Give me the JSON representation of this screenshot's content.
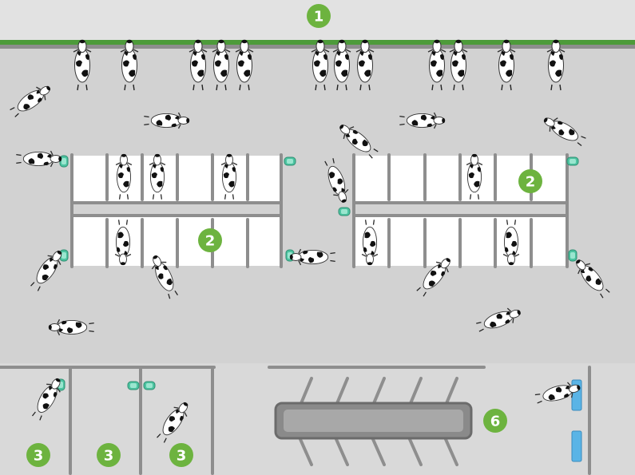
{
  "legend_markers": {
    "feed_fence": "1",
    "cubicle_area_left": "2",
    "cubicle_area_right": "2",
    "pen_a": "3",
    "pen_b": "3",
    "pen_c": "3",
    "feed_trough": "6"
  },
  "colors": {
    "alley": "#d2d2d2",
    "pen_floor": "#d9d9d9",
    "wall": "#e2e2e2",
    "feed_rail": "#4d9b3a",
    "stall_bed": "#ffffff",
    "partition": "#8e8e8e",
    "badge": "#6db33f",
    "brush": "#4cc3a0",
    "water": "#5ab4e6",
    "cow_body": "#ffffff",
    "cow_spots": "#111111"
  },
  "icons": {
    "cow": "cow-topview-icon",
    "brush": "cow-brush-icon",
    "water": "water-trough-icon"
  }
}
